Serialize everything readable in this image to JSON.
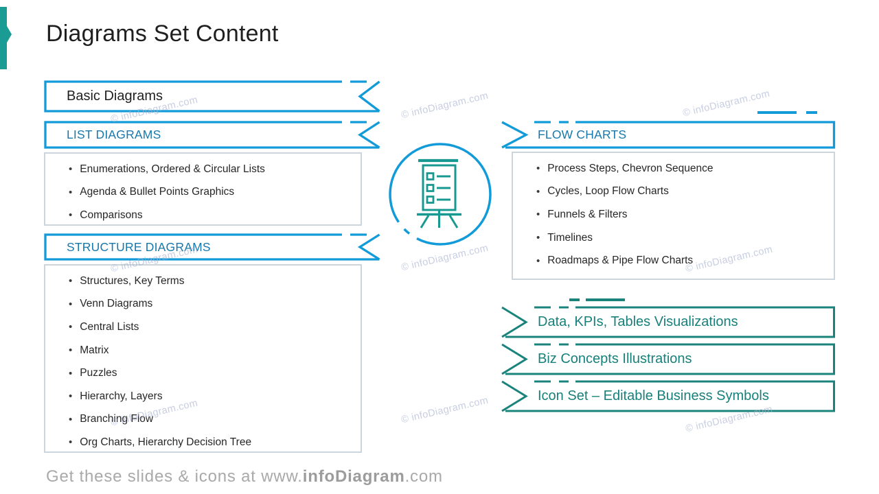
{
  "slide": {
    "title": "Diagrams Set Content"
  },
  "colors": {
    "accent_teal": "#1A9B94",
    "banner_blue": "#129BD8",
    "banner_teal": "#1A837C",
    "blue_header_text": "#1778AC",
    "teal_label_text": "#17807A",
    "icon_teal": "#179890",
    "body_text": "#262626",
    "footer_gray": "#A9A9A9"
  },
  "banners": {
    "basic": "Basic Diagrams",
    "list": "LIST DIAGRAMS",
    "structure": "STRUCTURE DIAGRAMS",
    "flow": "FLOW CHARTS",
    "data_kpis": "Data, KPIs, Tables Visualizations",
    "biz": "Biz Concepts Illustrations",
    "icon_set": "Icon Set – Editable Business Symbols"
  },
  "lists": {
    "list_diagrams": [
      "Enumerations, Ordered & Circular Lists",
      "Agenda & Bullet Points Graphics",
      "Comparisons"
    ],
    "structure_diagrams": [
      "Structures, Key Terms",
      "Venn Diagrams",
      "Central Lists",
      "Matrix",
      "Puzzles",
      "Hierarchy, Layers",
      "Branching Flow",
      "Org Charts, Hierarchy Decision Tree"
    ],
    "flow_charts": [
      "Process Steps, Chevron Sequence",
      "Cycles, Loop Flow Charts",
      "Funnels & Filters",
      "Timelines",
      "Roadmaps & Pipe Flow Charts"
    ]
  },
  "watermark": {
    "text": "© infoDiagram.com"
  },
  "footer": {
    "prefix": "Get these slides & icons at www.",
    "brand": "infoDiagram",
    "suffix": ".com"
  },
  "icons": {
    "center": "flipchart-checklist-icon"
  }
}
